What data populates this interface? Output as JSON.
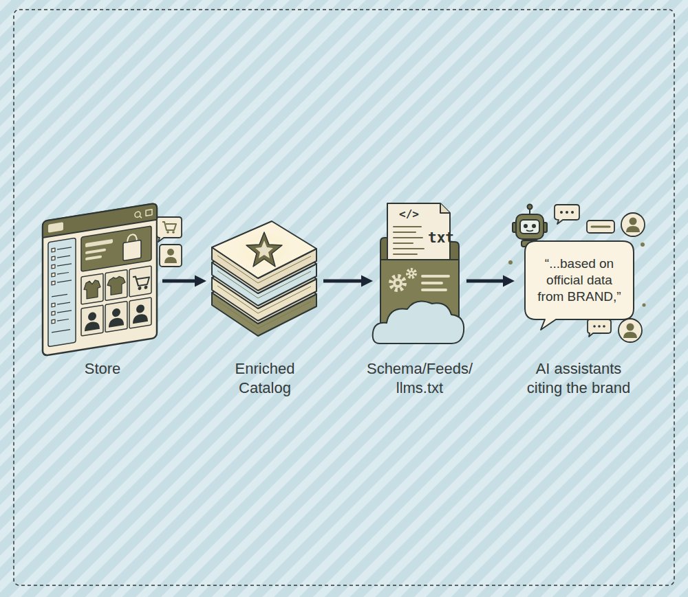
{
  "diagram": {
    "nodes": [
      {
        "text": [
          "Store"
        ]
      },
      {
        "text": [
          "Enriched Catalog"
        ]
      },
      {
        "text": [
          "Schema/Feeds/ llms.txt"
        ]
      },
      {
        "text": [
          "AI assistants citing the brand"
        ]
      },
      {
        "text": [
          "“...based on official data from BRAND,”"
        ],
        "in": 3
      }
    ],
    "edges": [
      {
        "from": 0,
        "to": 1,
        "arrow": "to"
      },
      {
        "from": 1,
        "to": 2,
        "arrow": "to"
      },
      {
        "from": 2,
        "to": 3,
        "arrow": "to"
      }
    ],
    "labels": [
      "</>",
      "txt"
    ]
  }
}
